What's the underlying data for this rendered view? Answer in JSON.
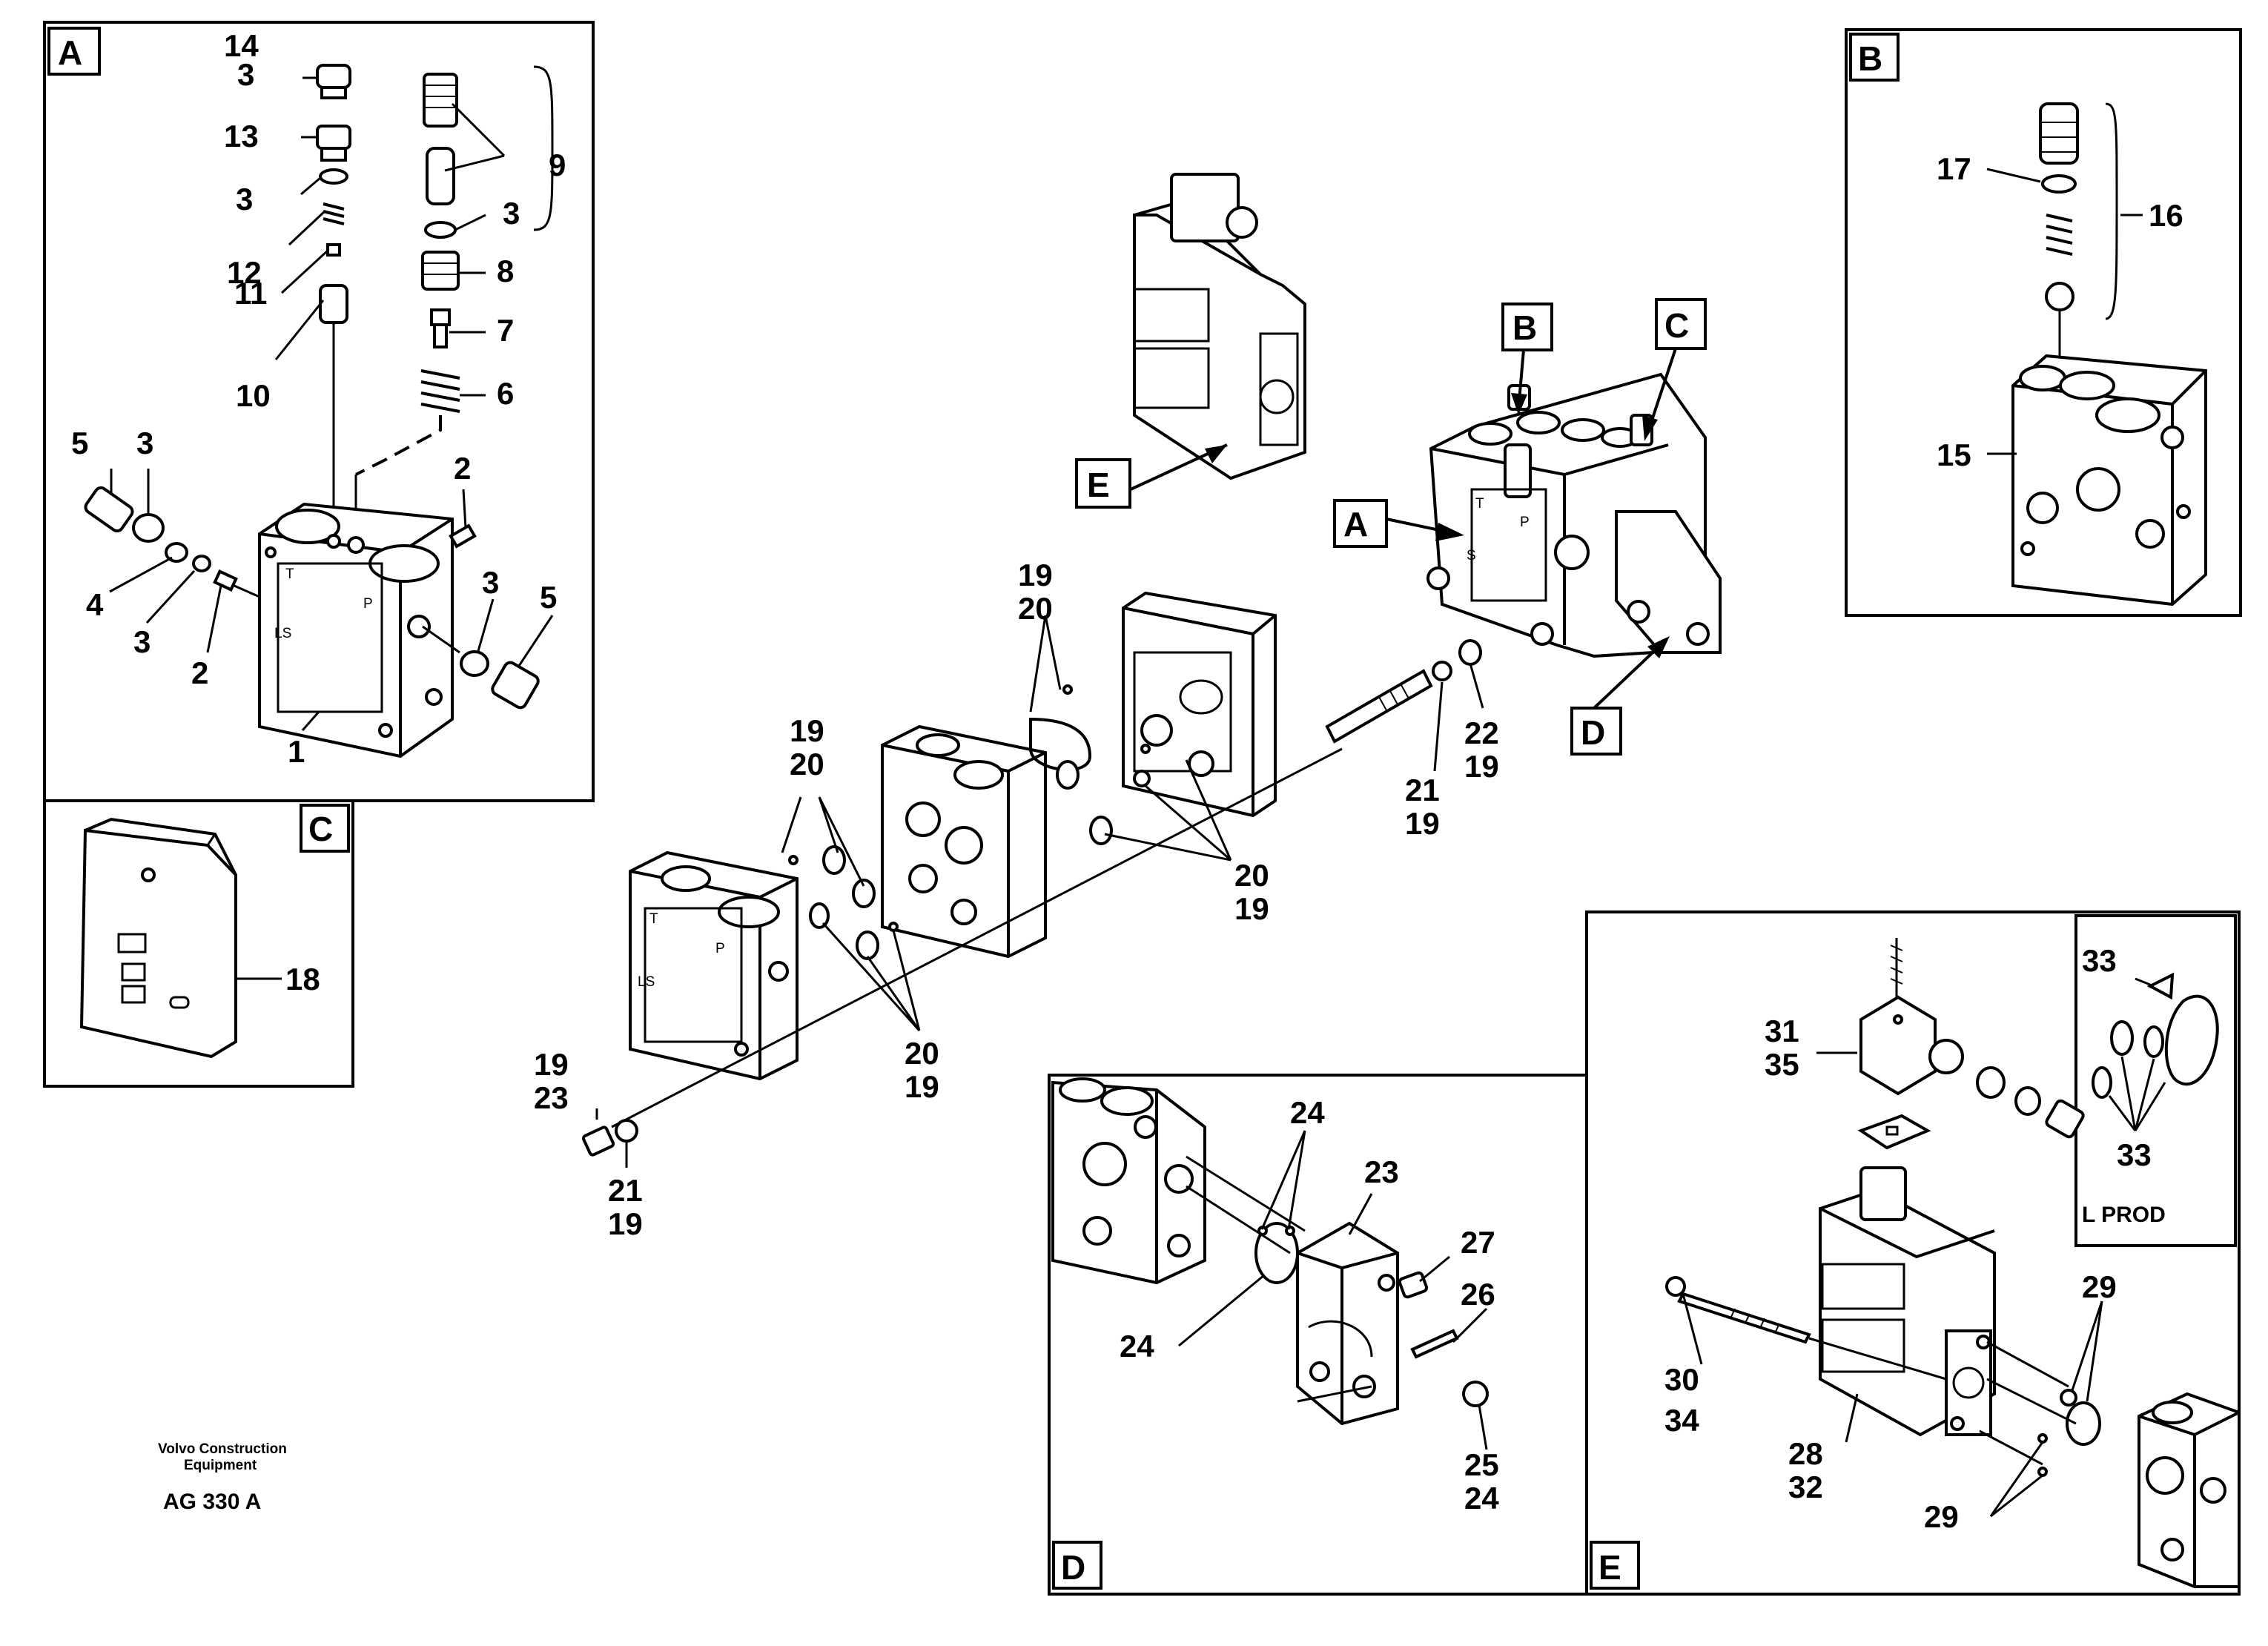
{
  "panels": {
    "A": "A",
    "B": "B",
    "C": "C",
    "D": "D",
    "E": "E"
  },
  "callouts": {
    "A": "A",
    "B": "B",
    "C": "C",
    "D": "D",
    "E": "E"
  },
  "footer": {
    "company_line1": "Volvo Construction",
    "company_line2": "Equipment",
    "code": "AG 330 A"
  },
  "notes": {
    "l_prod": "L PROD"
  },
  "labels": {
    "a14": "14",
    "a3a": "3",
    "a13": "13",
    "a3b": "3",
    "a12": "12",
    "a11": "11",
    "a10": "10",
    "a9": "9",
    "a3c": "3",
    "a8": "8",
    "a7": "7",
    "a6": "6",
    "a5l": "5",
    "a3l": "3",
    "a4": "4",
    "a3l2": "3",
    "a2l": "2",
    "a2r": "2",
    "a3r": "3",
    "a5r": "5",
    "a1": "1",
    "b17": "17",
    "b16": "16",
    "b15": "15",
    "c18": "18",
    "m19a": "19",
    "m20a": "20",
    "m19b": "19",
    "m20b": "20",
    "m20c": "20",
    "m19c": "19",
    "m20d": "20",
    "m19d": "19",
    "m19e": "19",
    "m23e": "23",
    "m21f": "21",
    "m19f": "19",
    "m21g": "21",
    "m19g": "19",
    "m22h": "22",
    "m19h": "19",
    "d24a": "24",
    "d23": "23",
    "d27": "27",
    "d26": "26",
    "d24b": "24",
    "d25": "25",
    "d24c": "24",
    "e31": "31",
    "e35": "35",
    "e33a": "33",
    "e33b": "33",
    "e29a": "29",
    "e30": "30",
    "e34": "34",
    "e28": "28",
    "e32": "32",
    "e29b": "29"
  }
}
